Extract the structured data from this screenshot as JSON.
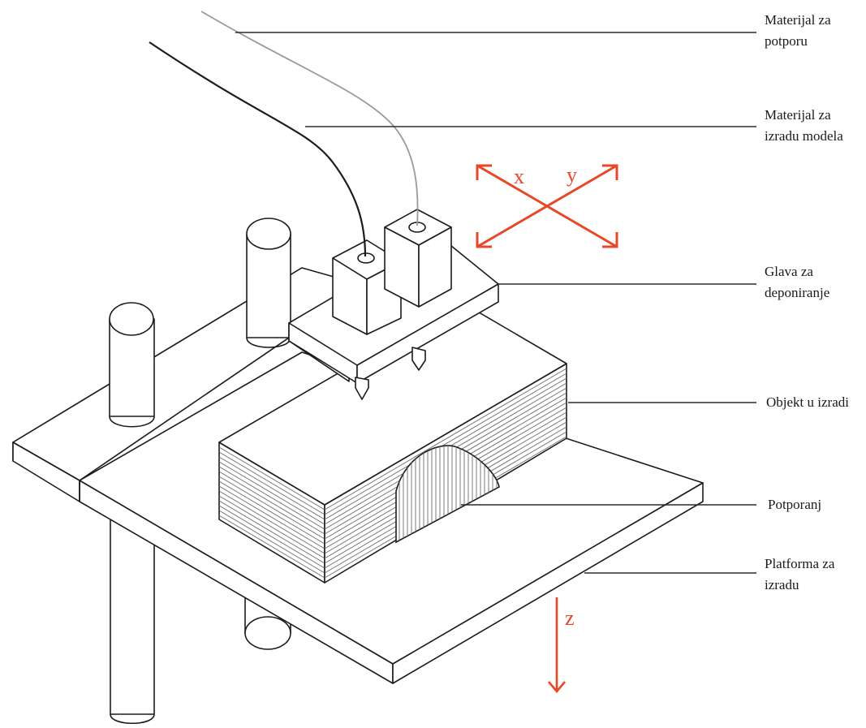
{
  "labels": {
    "support_material": [
      "Materijal za",
      "potporu"
    ],
    "model_material": [
      "Materijal za",
      "izradu modela"
    ],
    "deposition_head": [
      "Glava za",
      "deponiranje"
    ],
    "object_in_build": [
      "Objekt u izradi"
    ],
    "support": [
      "Potporanj"
    ],
    "build_platform": [
      "Platforma za",
      "izradu"
    ]
  },
  "axes": {
    "x": "x",
    "y": "y",
    "z": "z"
  },
  "colors": {
    "axis_arrow": "#e8472a",
    "line": "#1c1c1c",
    "support_filament": "#9a9a9a"
  }
}
